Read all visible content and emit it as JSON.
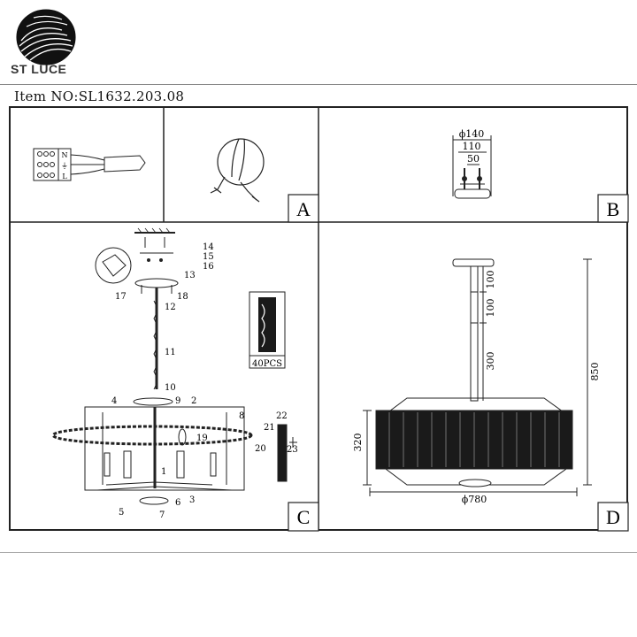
{
  "brand": {
    "name": "ST LUCE",
    "logo_icon": "spiral-disc-logo-icon"
  },
  "item": {
    "text": "Item NO:SL1632.203.08"
  },
  "panels": {
    "wiring": {
      "terminals": [
        "N",
        "⏚",
        "L"
      ]
    },
    "A": {
      "label": "A"
    },
    "B": {
      "label": "B",
      "dims": {
        "outer": "ϕ140",
        "mid": "110",
        "inner": "50"
      }
    },
    "C": {
      "label": "C",
      "part_numbers": [
        "1",
        "2",
        "3",
        "4",
        "5",
        "6",
        "7",
        "8",
        "9",
        "10",
        "11",
        "12",
        "13",
        "14",
        "15",
        "16",
        "17",
        "18",
        "19",
        "20",
        "21",
        "22",
        "23"
      ],
      "pcs": "40PCS"
    },
    "D": {
      "label": "D",
      "dims": {
        "total_height": "850",
        "rod_top": "100",
        "rod_mid": "100",
        "rod_main": "300",
        "body_height": "320",
        "diameter": "ϕ780"
      }
    }
  },
  "colors": {
    "line": "#222222",
    "dark_fill": "#1a1a1a",
    "border": "#222222"
  }
}
